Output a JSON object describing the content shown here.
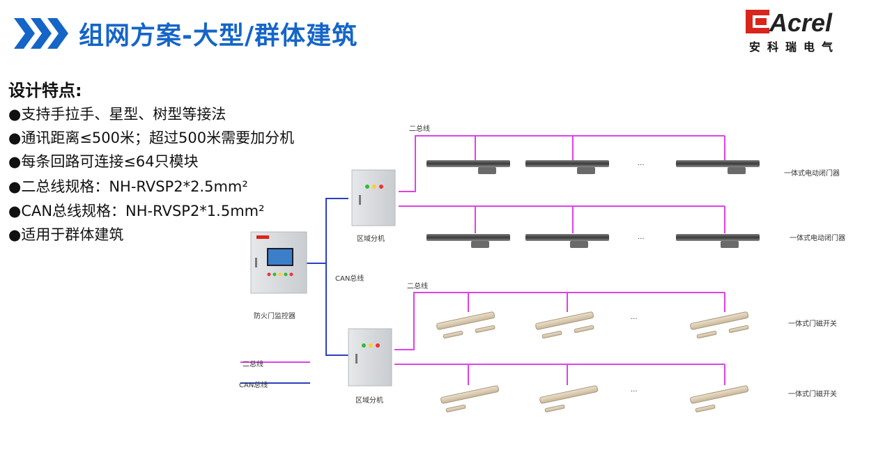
{
  "header": {
    "title": "组网方案-大型/群体建筑",
    "logo_text": "Acrel",
    "logo_sub": "安科瑞电气"
  },
  "features": {
    "heading": "设计特点:",
    "items": [
      "●支持手拉手、星型、树型等接法",
      "●通讯距离≤500米；超过500米需要加分机",
      "●每条回路可连接≤64只模块",
      "●二总线规格：NH-RVSP2*2.5mm²",
      "●CAN总线规格：NH-RVSP2*1.5mm²",
      "●适用于群体建筑"
    ]
  },
  "diagram": {
    "controller_label": "防火门监控器",
    "branch_label_1": "区域分机",
    "branch_label_2": "区域分机",
    "can_bus_label": "CAN总线",
    "two_bus_label_top": "二总线",
    "two_bus_label_mid": "二总线",
    "ellipsis": "...",
    "row_labels": [
      "一体式电动闭门器",
      "一体式电动闭门器",
      "一体式门磁开关",
      "一体式门磁开关"
    ],
    "legend": {
      "two_bus": "二总线",
      "can_bus": "CAN总线"
    },
    "colors": {
      "two_bus": "#e040e8",
      "can_bus": "#2a3fc0",
      "title": "#1565c8",
      "logo_red": "#d9251c"
    }
  }
}
